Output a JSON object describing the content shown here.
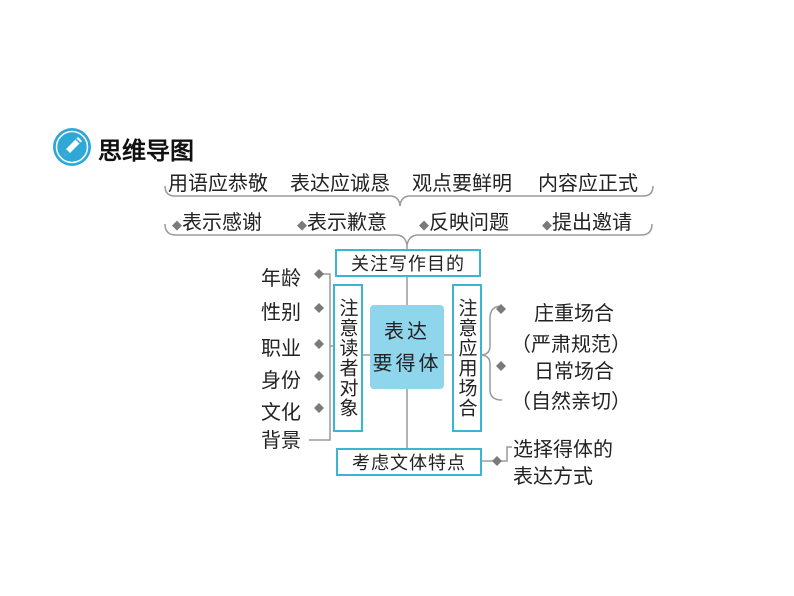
{
  "heading": {
    "title": "思维导图",
    "icon": "pencil-icon"
  },
  "top": {
    "row1": [
      "用语应恭敬",
      "表达应诚恳",
      "观点要鲜明",
      "内容应正式"
    ],
    "row2": [
      "表示感谢",
      "表示歉意",
      "反映问题",
      "提出邀请"
    ]
  },
  "top_box": "关注写作目的",
  "center": {
    "line1": "表达",
    "line2": "要得体"
  },
  "left_box": "注意读者对象",
  "right_box": "注意应用场合",
  "bottom_box": "考虑文体特点",
  "left_items": [
    "年龄",
    "性别",
    "职业",
    "身份",
    "文化",
    "背景"
  ],
  "right_items": {
    "formal": "庄重场合",
    "formal_note": "（严肃规范）",
    "daily": "日常场合",
    "daily_note": "（自然亲切）"
  },
  "bottom_right": {
    "line1": "选择得体的",
    "line2": "表达方式"
  },
  "colors": {
    "accent": "#3cb5d4",
    "center_fill": "#8fd6ec",
    "line": "#9a9a9a",
    "diamond": "#7a7a7a"
  },
  "bullet": "◆"
}
